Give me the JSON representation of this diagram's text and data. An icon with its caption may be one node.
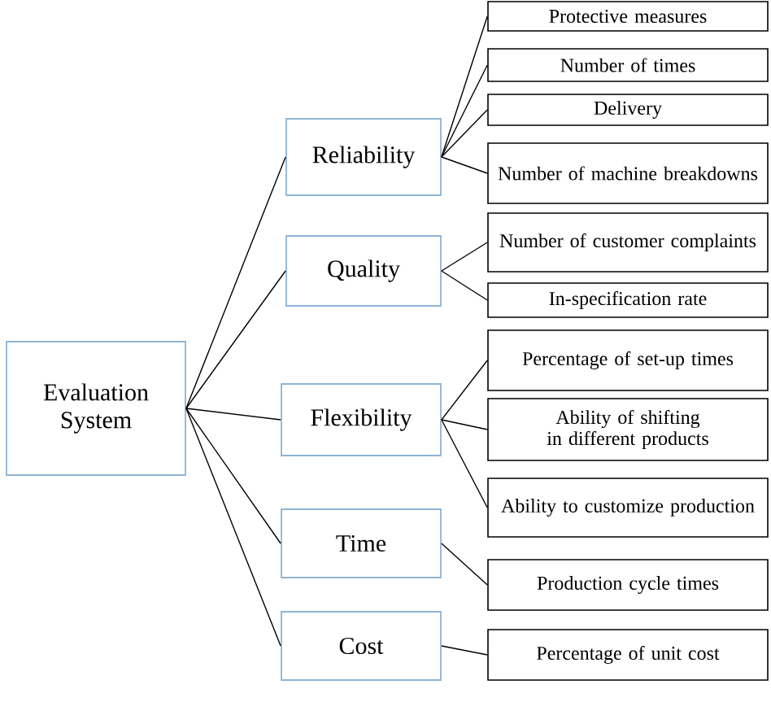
{
  "diagram": {
    "nodes": [
      {
        "text": [
          "Evaluation System"
        ]
      },
      {
        "text": [
          "Reliability"
        ]
      },
      {
        "text": [
          "Quality"
        ]
      },
      {
        "text": [
          "Flexibility"
        ]
      },
      {
        "text": [
          "Time"
        ]
      },
      {
        "text": [
          "Cost"
        ]
      },
      {
        "text": [
          "Protective measures"
        ]
      },
      {
        "text": [
          "Number of times"
        ]
      },
      {
        "text": [
          "Delivery"
        ]
      },
      {
        "text": [
          "Number of machine breakdowns"
        ]
      },
      {
        "text": [
          "Number of customer complaints"
        ]
      },
      {
        "text": [
          "In-specification rate"
        ]
      },
      {
        "text": [
          "Percentage of set-up times"
        ]
      },
      {
        "text": [
          "Ability of shifting in different products"
        ]
      },
      {
        "text": [
          "Ability to customize production"
        ]
      },
      {
        "text": [
          "Production cycle times"
        ]
      },
      {
        "text": [
          "Percentage of unit cost"
        ]
      }
    ],
    "edges": [
      {
        "from": 0,
        "to": 1,
        "arrow": "none"
      },
      {
        "from": 0,
        "to": 2,
        "arrow": "none"
      },
      {
        "from": 0,
        "to": 3,
        "arrow": "none"
      },
      {
        "from": 0,
        "to": 4,
        "arrow": "none"
      },
      {
        "from": 0,
        "to": 5,
        "arrow": "none"
      },
      {
        "from": 1,
        "to": 6,
        "arrow": "none"
      },
      {
        "from": 1,
        "to": 7,
        "arrow": "none"
      },
      {
        "from": 1,
        "to": 8,
        "arrow": "none"
      },
      {
        "from": 1,
        "to": 9,
        "arrow": "none"
      },
      {
        "from": 2,
        "to": 10,
        "arrow": "none"
      },
      {
        "from": 2,
        "to": 11,
        "arrow": "none"
      },
      {
        "from": 3,
        "to": 12,
        "arrow": "none"
      },
      {
        "from": 3,
        "to": 13,
        "arrow": "none"
      },
      {
        "from": 3,
        "to": 14,
        "arrow": "none"
      },
      {
        "from": 4,
        "to": 15,
        "arrow": "none"
      },
      {
        "from": 5,
        "to": 16,
        "arrow": "none"
      }
    ]
  }
}
